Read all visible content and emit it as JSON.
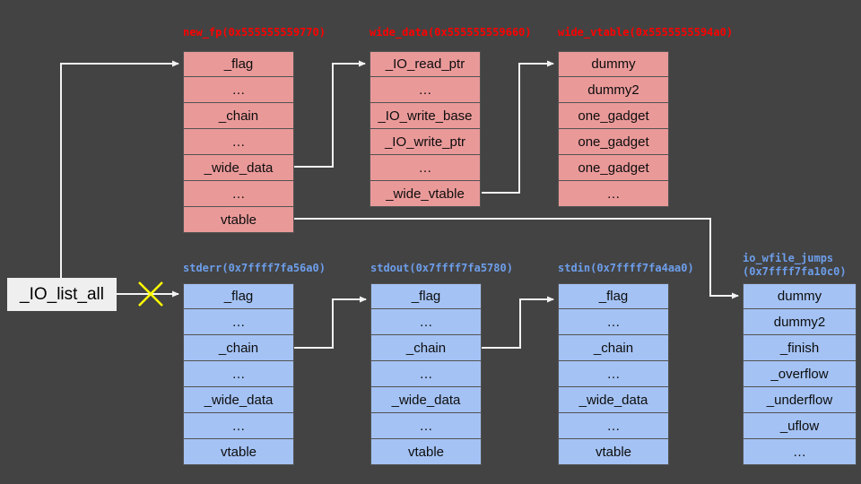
{
  "colors": {
    "background": "#434343",
    "struct_fill_top": "#ea9999",
    "struct_fill_bottom": "#a4c2f4",
    "title_color_top": "#fe0000",
    "title_color_bottom": "#6d9eeb",
    "arrow_color": "#f3f3f3",
    "x_mark_color": "#ffff00",
    "label_box_fill": "#efefef"
  },
  "label_box": {
    "text": "_IO_list_all"
  },
  "tables": [
    {
      "id": "new_fp",
      "title": "new_fp(0x555555559770)",
      "rows": [
        "_flag",
        "…",
        "_chain",
        "…",
        "_wide_data",
        "…",
        "vtable"
      ]
    },
    {
      "id": "wide_data",
      "title": "wide_data(0x555555559660)",
      "rows": [
        "_IO_read_ptr",
        "…",
        "_IO_write_base",
        "_IO_write_ptr",
        "…",
        "_wide_vtable"
      ]
    },
    {
      "id": "wide_vtable",
      "title": "wide_vtable(0x5555555594a0)",
      "rows": [
        "dummy",
        "dummy2",
        "one_gadget",
        "one_gadget",
        "one_gadget",
        "…"
      ]
    },
    {
      "id": "stderr",
      "title": "stderr(0x7ffff7fa56a0)",
      "rows": [
        "_flag",
        "…",
        "_chain",
        "…",
        "_wide_data",
        "…",
        "vtable"
      ]
    },
    {
      "id": "stdout",
      "title": "stdout(0x7ffff7fa5780)",
      "rows": [
        "_flag",
        "…",
        "_chain",
        "…",
        "_wide_data",
        "…",
        "vtable"
      ]
    },
    {
      "id": "stdin",
      "title": "stdin(0x7ffff7fa4aa0)",
      "rows": [
        "_flag",
        "…",
        "_chain",
        "…",
        "_wide_data",
        "…",
        "vtable"
      ]
    },
    {
      "id": "io_wfile_jumps",
      "title": "io_wfile_jumps",
      "title2": "(0x7ffff7fa10c0)",
      "rows": [
        "dummy",
        "dummy2",
        "_finish",
        "_overflow",
        "_underflow",
        "_uflow",
        "…"
      ]
    }
  ],
  "edges": [
    {
      "from": "_IO_list_all",
      "to": "new_fp._flag"
    },
    {
      "from": "_IO_list_all",
      "to": "stderr._flag",
      "crossed_out": true
    },
    {
      "from": "new_fp._wide_data",
      "to": "wide_data._IO_read_ptr"
    },
    {
      "from": "new_fp.vtable",
      "to": "io_wfile_jumps.dummy"
    },
    {
      "from": "wide_data._wide_vtable",
      "to": "wide_vtable.dummy"
    },
    {
      "from": "stderr._chain",
      "to": "stdout._flag"
    },
    {
      "from": "stdout._chain",
      "to": "stdin._flag"
    }
  ]
}
